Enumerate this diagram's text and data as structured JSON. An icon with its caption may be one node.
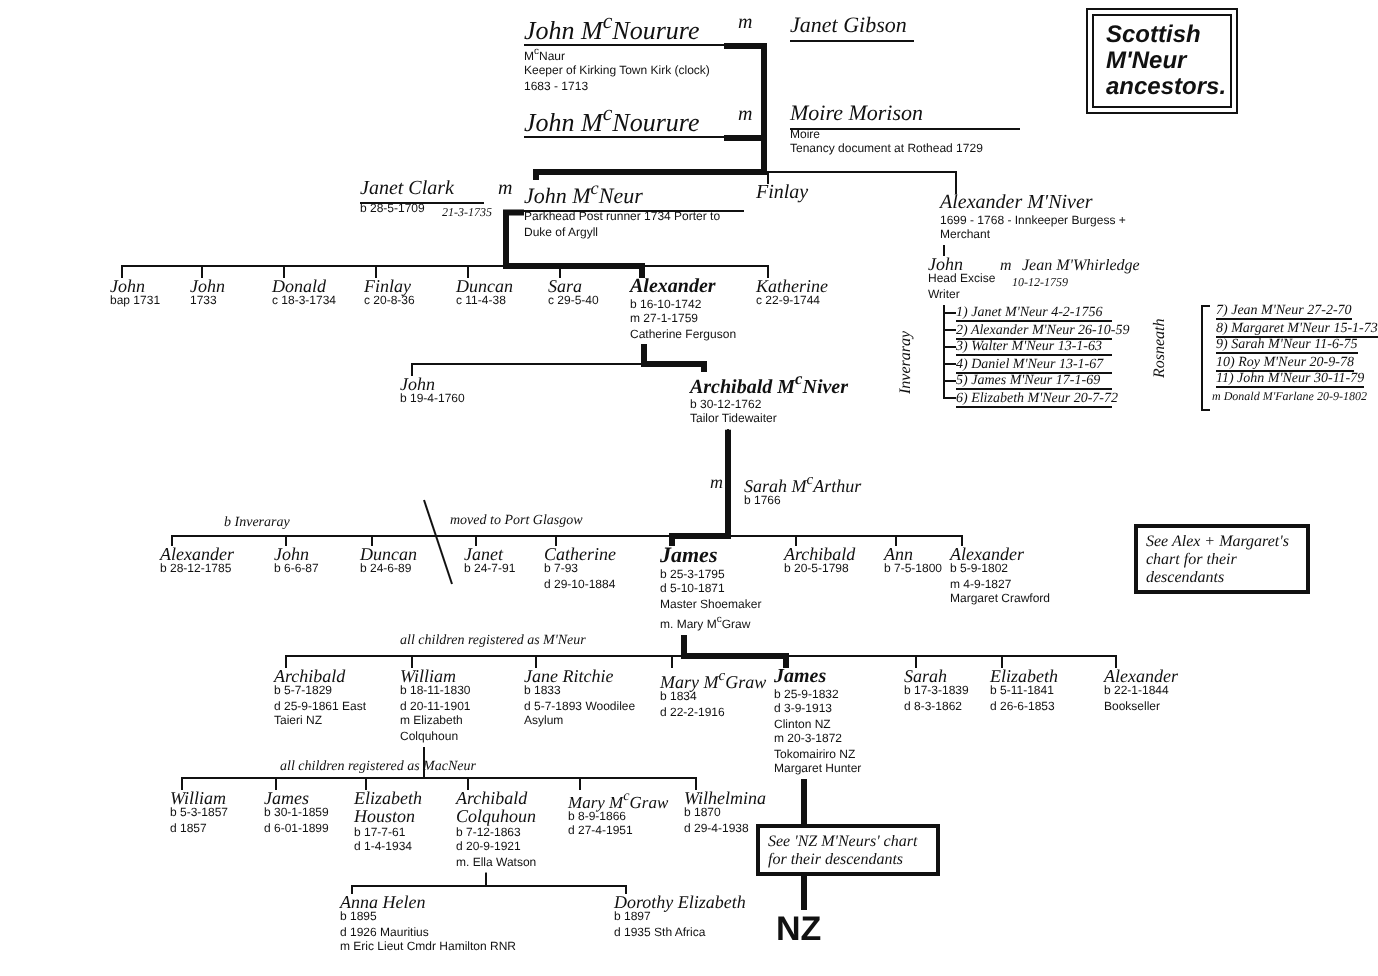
{
  "diagram": {
    "nodes": [
      {
        "text": [
          "Scottish M'Neur ancestors."
        ]
      },
      {
        "text": [
          "John M$^{c}$Nourure",
          "M$^{c}$Naur",
          "Keeper of Kirking Town Kirk (clock) 1683 - 1713"
        ]
      },
      {
        "text": [
          "Janet Gibson"
        ]
      },
      {
        "text": [
          "John M$^{c}$Nourure"
        ]
      },
      {
        "text": [
          "Moire Morison",
          "Moire",
          "Tenancy document at Rothead 1729"
        ]
      },
      {
        "text": [
          "Janet Clark",
          "b 28-5-1709"
        ]
      },
      {
        "text": [
          "John M$^{c}$Neur",
          "Parkhead Post runner 1734 Porter to Duke of Argyll"
        ]
      },
      {
        "text": [
          "Finlay"
        ]
      },
      {
        "text": [
          "Alexander M'Niver",
          "1699 - 1768 - Innkeeper Burgess + Merchant"
        ]
      },
      {
        "text": [
          "John",
          "Head Excise Writer"
        ]
      },
      {
        "text": [
          "1) Janet M'Neur 4-2-1756"
        ]
      },
      {
        "text": [
          "2) Alexander M'Neur 26-10-59"
        ]
      },
      {
        "text": [
          "3) Walter M'Neur 13-1-63"
        ]
      },
      {
        "text": [
          "4) Daniel M'Neur 13-1-67"
        ]
      },
      {
        "text": [
          "5) James M'Neur 17-1-69"
        ]
      },
      {
        "text": [
          "6) Elizabeth M'Neur 20-7-72"
        ]
      },
      {
        "text": [
          "John",
          "bap 1731"
        ]
      },
      {
        "text": [
          "John",
          "1733"
        ]
      },
      {
        "text": [
          "Donald",
          "c 18-3-1734"
        ]
      },
      {
        "text": [
          "Finlay",
          "c 20-8-36"
        ]
      },
      {
        "text": [
          "Duncan",
          "c 11-4-38"
        ]
      },
      {
        "text": [
          "Sara",
          "c 29-5-40"
        ]
      },
      {
        "text": [
          "Alexander",
          "b 16-10-1742",
          "m 27-1-1759",
          "Catherine Ferguson"
        ]
      },
      {
        "text": [
          "Katherine",
          "c 22-9-1744"
        ]
      },
      {
        "text": [
          "John",
          "b 19-4-1760"
        ]
      },
      {
        "text": [
          "Archibald M$^{c}$Niver",
          "b 30-12-1762",
          "Tailor Tidewaiter"
        ]
      },
      {
        "text": [
          "Sarah M$^{c}$Arthur",
          "b 1766"
        ]
      },
      {
        "text": [
          "Alexander",
          "b 28-12-1785"
        ]
      },
      {
        "text": [
          "John",
          "b 6-6-87"
        ]
      },
      {
        "text": [
          "Duncan",
          "b 24-6-89"
        ]
      },
      {
        "text": [
          "Janet",
          "b 24-7-91"
        ]
      },
      {
        "text": [
          "Catherine",
          "b 7-93",
          "d 29-10-1884"
        ]
      },
      {
        "text": [
          "James",
          "b 25-3-1795",
          "d 5-10-1871",
          "Master Shoemaker",
          "m. Mary M$^{c}$Graw"
        ]
      },
      {
        "text": [
          "Archibald",
          "b 20-5-1798"
        ]
      },
      {
        "text": [
          "Ann",
          "b 7-5-1800"
        ]
      },
      {
        "text": [
          "Alexander",
          "b 5-9-1802",
          "m 4-9-1827",
          "Margaret Crawford"
        ]
      },
      {
        "text": [
          "See Alex + Margaret's chart for their descendants"
        ]
      },
      {
        "text": [
          "Archibald",
          "b 5-7-1829",
          "d 25-9-1861 East Taieri NZ"
        ]
      },
      {
        "text": [
          "William",
          "b 18-11-1830",
          "d 20-11-1901",
          "m Elizabeth Colquhoun"
        ]
      },
      {
        "text": [
          "Jane Ritchie",
          "b 1833",
          "d 5-7-1893 Woodilee Asylum"
        ]
      },
      {
        "text": [
          "Mary M$^{c}$Graw",
          "b 1834",
          "d 22-2-1916"
        ]
      },
      {
        "text": [
          "James",
          "b 25-9-1832",
          "d 3-9-1913",
          "Clinton NZ",
          "m 20-3-1872",
          "Tokomairiro NZ",
          "Margaret Hunter"
        ]
      },
      {
        "text": [
          "Sarah",
          "b 17-3-1839",
          "d 8-3-1862"
        ]
      },
      {
        "text": [
          "Elizabeth",
          "b 5-11-1841",
          "d 26-6-1853"
        ]
      },
      {
        "text": [
          "Alexander",
          "b 22-1-1844",
          "Bookseller"
        ]
      },
      {
        "text": [
          "See 'NZ M'Neurs' chart for their descendants"
        ]
      },
      {
        "text": [
          "NZ"
        ]
      },
      {
        "text": [
          "William",
          "b 5-3-1857",
          "d 1857"
        ]
      },
      {
        "text": [
          "James",
          "b 30-1-1859",
          "d 6-01-1899"
        ]
      },
      {
        "text": [
          "Elizabeth Houston",
          "b 17-7-61",
          "d 1-4-1934"
        ]
      },
      {
        "text": [
          "Archibald Colquhoun",
          "b 7-12-1863",
          "d 20-9-1921",
          "m. Ella Watson"
        ]
      },
      {
        "text": [
          "Mary M$^{c}$Graw",
          "b 8-9-1866",
          "d 27-4-1951"
        ]
      },
      {
        "text": [
          "Wilhelmina",
          "b 1870",
          "d 29-4-1938"
        ]
      },
      {
        "text": [
          "Anna Helen",
          "b 1895",
          "d 1926 Mauritius",
          "m Eric Lieut Cmdr Hamilton RNR"
        ]
      },
      {
        "text": [
          "Dorothy Elizabeth",
          "b 1897",
          "d 1935 Sth Africa"
        ]
      }
    ],
    "edges": [
      {
        "from": 1,
        "to": 3,
        "arrow": "none",
        "style": "thick"
      },
      {
        "from": 3,
        "to": 6,
        "arrow": "none",
        "style": "thick"
      },
      {
        "from": 3,
        "to": 7,
        "arrow": "none"
      },
      {
        "from": 3,
        "to": 8,
        "arrow": "none"
      },
      {
        "from": 8,
        "to": 9,
        "arrow": "none"
      },
      {
        "from": 9,
        "to": 10,
        "arrow": "none"
      },
      {
        "from": 9,
        "to": 11,
        "arrow": "none"
      },
      {
        "from": 9,
        "to": 12,
        "arrow": "none"
      },
      {
        "from": 9,
        "to": 13,
        "arrow": "none"
      },
      {
        "from": 9,
        "to": 14,
        "arrow": "none"
      },
      {
        "from": 9,
        "to": 15,
        "arrow": "none"
      },
      {
        "from": 6,
        "to": 16,
        "arrow": "none"
      },
      {
        "from": 6,
        "to": 17,
        "arrow": "none"
      },
      {
        "from": 6,
        "to": 18,
        "arrow": "none"
      },
      {
        "from": 6,
        "to": 19,
        "arrow": "none"
      },
      {
        "from": 6,
        "to": 20,
        "arrow": "none"
      },
      {
        "from": 6,
        "to": 21,
        "arrow": "none"
      },
      {
        "from": 6,
        "to": 22,
        "arrow": "none",
        "style": "thick"
      },
      {
        "from": 6,
        "to": 23,
        "arrow": "none"
      },
      {
        "from": 22,
        "to": 24,
        "arrow": "none"
      },
      {
        "from": 22,
        "to": 25,
        "arrow": "none",
        "style": "thick"
      },
      {
        "from": 25,
        "to": 27,
        "arrow": "none"
      },
      {
        "from": 25,
        "to": 28,
        "arrow": "none"
      },
      {
        "from": 25,
        "to": 29,
        "arrow": "none"
      },
      {
        "from": 25,
        "to": 30,
        "arrow": "none"
      },
      {
        "from": 25,
        "to": 31,
        "arrow": "none"
      },
      {
        "from": 25,
        "to": 32,
        "arrow": "none",
        "style": "thick"
      },
      {
        "from": 25,
        "to": 33,
        "arrow": "none"
      },
      {
        "from": 25,
        "to": 34,
        "arrow": "none"
      },
      {
        "from": 25,
        "to": 35,
        "arrow": "none"
      },
      {
        "from": 32,
        "to": 37,
        "arrow": "none"
      },
      {
        "from": 32,
        "to": 38,
        "arrow": "none"
      },
      {
        "from": 32,
        "to": 39,
        "arrow": "none"
      },
      {
        "from": 32,
        "to": 40,
        "arrow": "none"
      },
      {
        "from": 32,
        "to": 41,
        "arrow": "none",
        "style": "thick"
      },
      {
        "from": 32,
        "to": 42,
        "arrow": "none"
      },
      {
        "from": 32,
        "to": 43,
        "arrow": "none"
      },
      {
        "from": 32,
        "to": 44,
        "arrow": "none"
      },
      {
        "from": 41,
        "to": 45,
        "arrow": "none",
        "style": "thick"
      },
      {
        "from": 45,
        "to": 46,
        "arrow": "none",
        "style": "thick"
      },
      {
        "from": 38,
        "to": 47,
        "arrow": "none"
      },
      {
        "from": 38,
        "to": 48,
        "arrow": "none"
      },
      {
        "from": 38,
        "to": 49,
        "arrow": "none"
      },
      {
        "from": 38,
        "to": 50,
        "arrow": "none"
      },
      {
        "from": 38,
        "to": 51,
        "arrow": "none"
      },
      {
        "from": 38,
        "to": 52,
        "arrow": "none"
      },
      {
        "from": 50,
        "to": 53,
        "arrow": "none"
      },
      {
        "from": 50,
        "to": 54,
        "arrow": "none"
      }
    ],
    "labels": [
      "m",
      "m",
      "m",
      "21-3-1735",
      "m",
      "Jean M'Whirledge",
      "10-12-1759",
      "Inveraray",
      "Rosneath",
      "7) Jean M'Neur 27-2-70",
      "8) Margaret M'Neur 15-1-73",
      "9) Sarah M'Neur 11-6-75",
      "10) Roy M'Neur 20-9-78",
      "11) John M'Neur 30-11-79",
      "m Donald M'Farlane 20-9-1802",
      "m",
      "b Inveraray",
      "moved to Port Glasgow",
      "all children registered as M'Neur",
      "all children registered as MacNeur"
    ]
  }
}
